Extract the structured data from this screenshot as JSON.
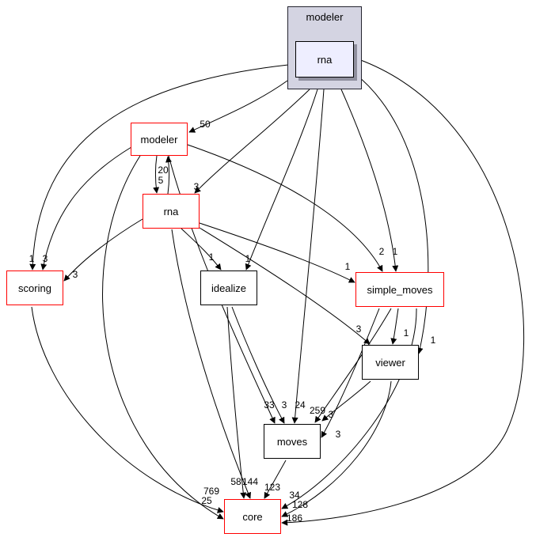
{
  "diagram": {
    "cluster": {
      "label": "modeler",
      "inner_node": {
        "id": "modeler/rna",
        "label": "rna"
      }
    },
    "nodes": [
      {
        "id": "modeler",
        "label": "modeler",
        "border": "red"
      },
      {
        "id": "rna",
        "label": "rna",
        "border": "red"
      },
      {
        "id": "scoring",
        "label": "scoring",
        "border": "red"
      },
      {
        "id": "idealize",
        "label": "idealize",
        "border": "black"
      },
      {
        "id": "simple_moves",
        "label": "simple_moves",
        "border": "red"
      },
      {
        "id": "viewer",
        "label": "viewer",
        "border": "black"
      },
      {
        "id": "moves",
        "label": "moves",
        "border": "black"
      },
      {
        "id": "core",
        "label": "core",
        "border": "red"
      }
    ],
    "edges": [
      {
        "from": "modeler/rna",
        "to": "modeler",
        "label": "50"
      },
      {
        "from": "modeler/rna",
        "to": "rna",
        "label": "3"
      },
      {
        "from": "modeler/rna",
        "to": "scoring",
        "label": "1"
      },
      {
        "from": "modeler",
        "to": "scoring",
        "label": "3"
      },
      {
        "from": "rna",
        "to": "scoring",
        "label": "3"
      },
      {
        "from": "rna",
        "to": "idealize",
        "label": "1"
      },
      {
        "from": "modeler/rna",
        "to": "idealize",
        "label": "1"
      },
      {
        "from": "rna",
        "to": "simple_moves",
        "label": "1"
      },
      {
        "from": "modeler",
        "to": "simple_moves",
        "label": "2"
      },
      {
        "from": "modeler/rna",
        "to": "simple_moves",
        "label": "1"
      },
      {
        "from": "simple_moves",
        "to": "viewer",
        "label": "1"
      },
      {
        "from": "rna",
        "to": "viewer",
        "label": "3"
      },
      {
        "from": "modeler/rna",
        "to": "viewer",
        "label": "1"
      },
      {
        "from": "modeler",
        "to": "moves",
        "label": "33"
      },
      {
        "from": "idealize",
        "to": "moves",
        "label": "3"
      },
      {
        "from": "modeler/rna",
        "to": "moves",
        "label": "24"
      },
      {
        "from": "simple_moves",
        "to": "moves",
        "label": "259"
      },
      {
        "from": "viewer",
        "to": "moves",
        "label": "3"
      },
      {
        "from": "simple_moves",
        "to": "moves",
        "label": "3"
      },
      {
        "from": "scoring",
        "to": "core",
        "label": "769"
      },
      {
        "from": "modeler",
        "to": "core",
        "label": "25"
      },
      {
        "from": "idealize",
        "to": "core",
        "label": "58"
      },
      {
        "from": "rna",
        "to": "core",
        "label": "144"
      },
      {
        "from": "moves",
        "to": "core",
        "label": "123"
      },
      {
        "from": "simple_moves",
        "to": "core",
        "label": "34"
      },
      {
        "from": "viewer",
        "to": "core",
        "label": "128"
      },
      {
        "from": "modeler/rna",
        "to": "core",
        "label": "186"
      },
      {
        "from": "modeler",
        "to": "rna",
        "label": "20"
      },
      {
        "from": "rna",
        "to": "modeler",
        "label": "5"
      }
    ],
    "colors": {
      "red_border": "#ff0000",
      "black_border": "#000000",
      "cluster_fill": "#d4d4e2",
      "current_node_fill": "#eeeeff",
      "node_fill": "#ffffff",
      "edge": "#000000"
    }
  }
}
